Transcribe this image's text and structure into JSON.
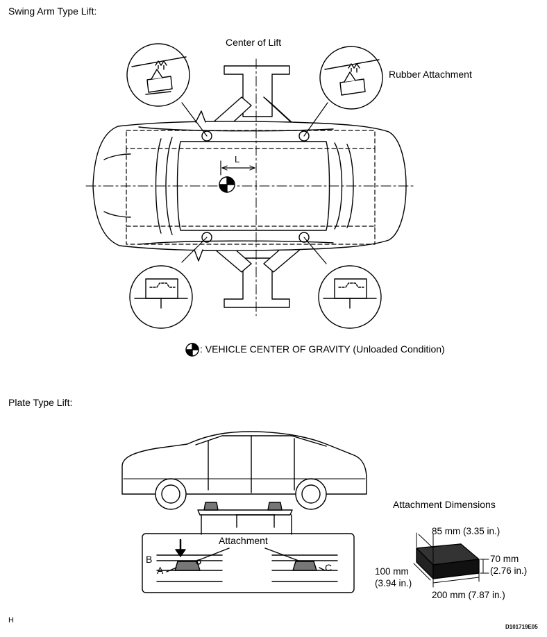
{
  "swing_arm": {
    "title": "Swing Arm Type Lift:",
    "center_label": "Center of Lift",
    "rubber_label": "Rubber Attachment",
    "distance_label": "L",
    "cog_legend": ": VEHICLE CENTER OF GRAVITY (Unloaded Condition)"
  },
  "plate": {
    "title": "Plate Type Lift:",
    "attachment_label": "Attachment",
    "marker_a": "A",
    "marker_b": "B",
    "marker_c": "C"
  },
  "dimensions": {
    "title": "Attachment Dimensions",
    "depth": "85 mm (3.35 in.)",
    "height_mm": "70 mm",
    "height_in": "(2.76 in.)",
    "width_mm": "100 mm",
    "width_in": "(3.94 in.)",
    "length": "200 mm (7.87 in.)"
  },
  "footer": {
    "left_code": "H",
    "figure_id": "D101719E05"
  }
}
